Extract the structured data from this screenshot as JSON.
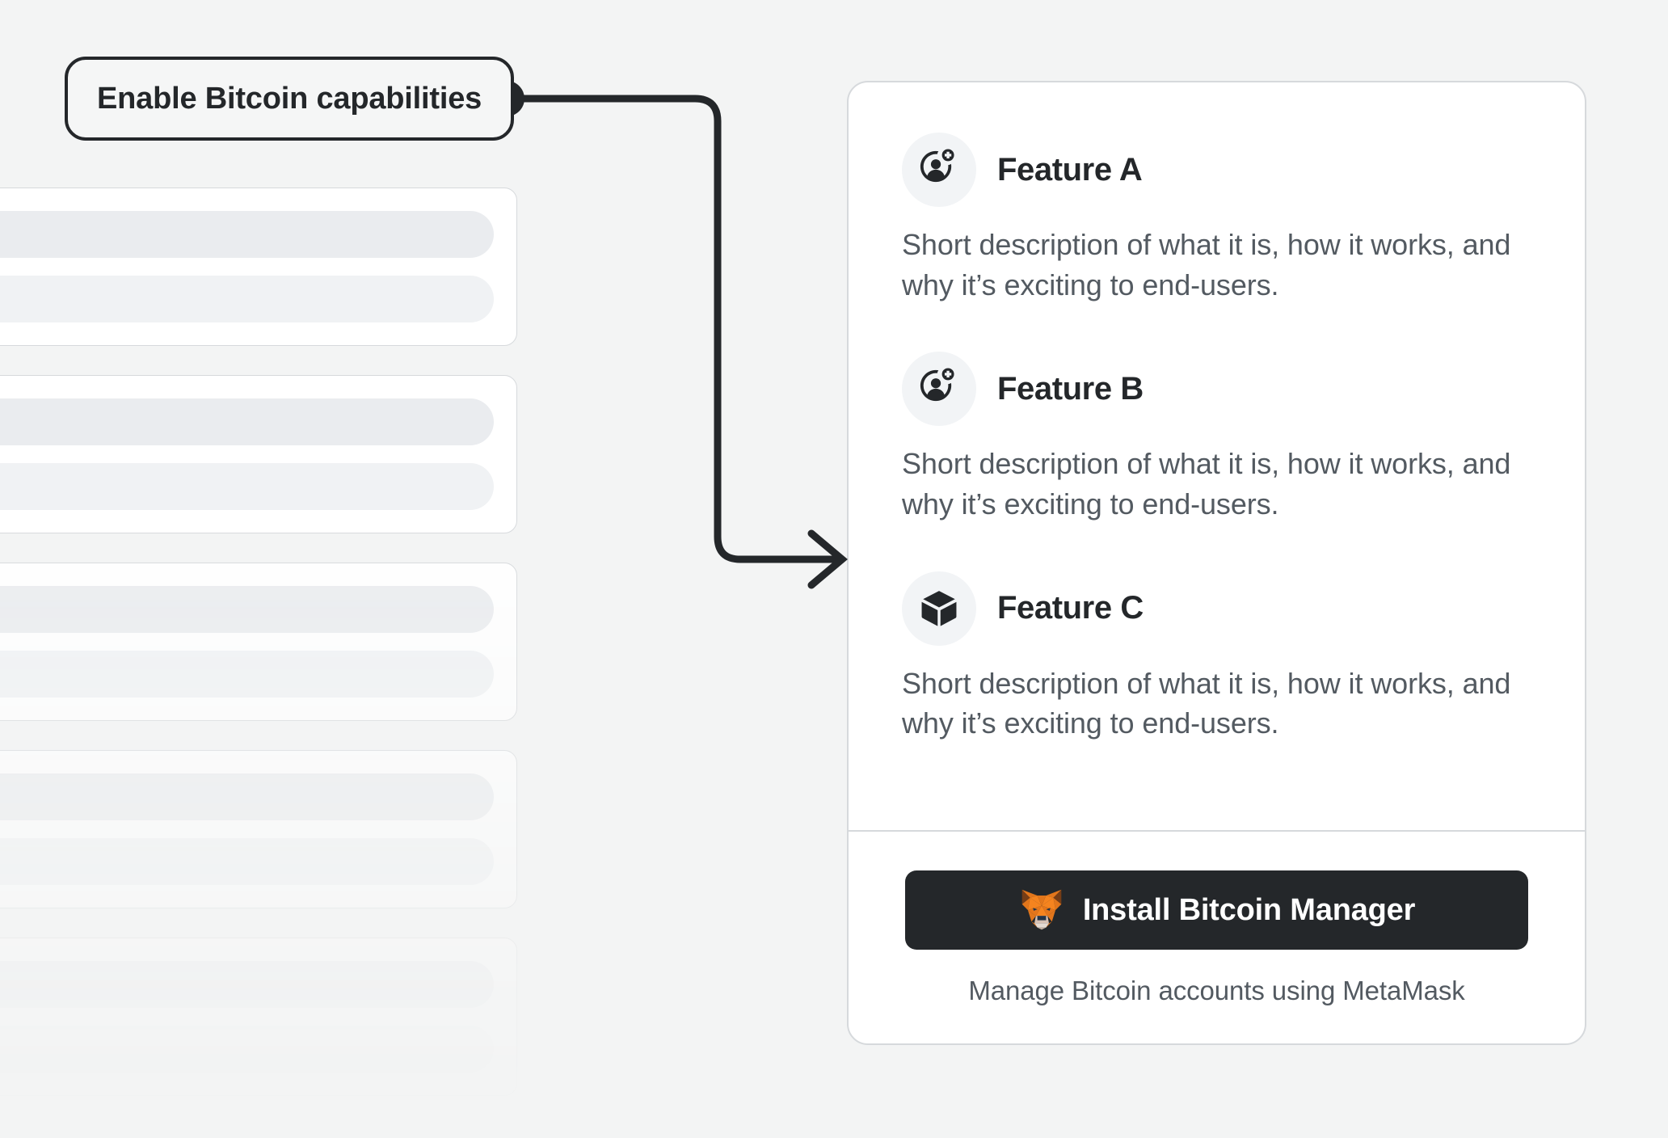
{
  "callout": {
    "label": "Enable Bitcoin capabilities",
    "dot_icon": "connector-dot-icon",
    "arrow_icon": "arrow-right-icon"
  },
  "colors": {
    "page_background": "#F3F4F4",
    "card_background": "#FFFFFF",
    "card_border": "#D6D9DC",
    "text_primary": "#24272A",
    "text_secondary": "#535A61",
    "icon_circle_background": "#F2F4F6",
    "button_background": "#24272A",
    "button_text": "#FFFFFF",
    "skeleton_bar_strong": "#EAECEF",
    "skeleton_bar_soft": "#F0F2F4",
    "fox_orange": "#E2761B",
    "fox_orange_light": "#F5841F",
    "fox_ear_dark": "#763D16",
    "fox_snout": "#E4DAD2"
  },
  "skeleton": {
    "cards": [
      {
        "name": "skeleton-card-1"
      },
      {
        "name": "skeleton-card-2"
      },
      {
        "name": "skeleton-card-3"
      },
      {
        "name": "skeleton-card-4"
      },
      {
        "name": "skeleton-card-5"
      }
    ]
  },
  "feature_card": {
    "features": [
      {
        "title": "Feature A",
        "description": "Short description of what it is, how it works, and why it’s exciting to end-users.",
        "icon": "add-account-icon"
      },
      {
        "title": "Feature B",
        "description": "Short description of what it is, how it works, and why it’s exciting to end-users.",
        "icon": "add-account-icon"
      },
      {
        "title": "Feature C",
        "description": "Short description of what it is, how it works, and why it’s exciting to end-users.",
        "icon": "cube-icon"
      }
    ],
    "footer": {
      "install_button_label": "Install Bitcoin Manager",
      "install_button_icon": "metamask-fox-icon",
      "caption": "Manage Bitcoin accounts using MetaMask"
    }
  }
}
